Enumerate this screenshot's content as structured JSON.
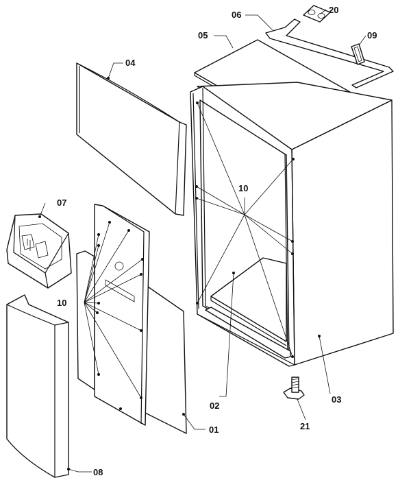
{
  "parts": [
    {
      "id": "01",
      "label": "01"
    },
    {
      "id": "02",
      "label": "02"
    },
    {
      "id": "03",
      "label": "03"
    },
    {
      "id": "04",
      "label": "04"
    },
    {
      "id": "05",
      "label": "05"
    },
    {
      "id": "06",
      "label": "06"
    },
    {
      "id": "07",
      "label": "07"
    },
    {
      "id": "08",
      "label": "08"
    },
    {
      "id": "09",
      "label": "09"
    },
    {
      "id": "10a",
      "label": "10"
    },
    {
      "id": "10b",
      "label": "10"
    },
    {
      "id": "20",
      "label": "20"
    },
    {
      "id": "21",
      "label": "21"
    }
  ]
}
